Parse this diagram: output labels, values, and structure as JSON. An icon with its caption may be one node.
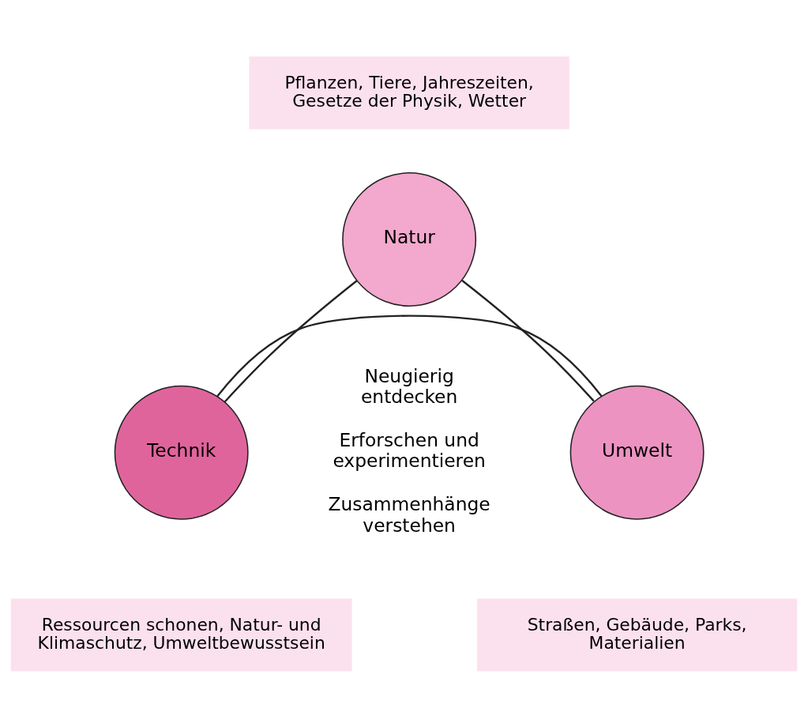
{
  "diagram": {
    "nodes": [
      {
        "text": [
          "Pflanzen, Tiere, Jahreszeiten, Gesetze der Physik, Wetter"
        ]
      },
      {
        "text": [
          "Natur"
        ]
      },
      {
        "text": [
          "Technik"
        ]
      },
      {
        "text": [
          "Umwelt"
        ]
      },
      {
        "text": [
          "Ressourcen schonen, Natur- und Klimaschutz, Umweltbewusstsein"
        ]
      },
      {
        "text": [
          "Straßen, Gebäude, Parks, Materialien"
        ]
      }
    ],
    "edges": [
      {
        "from": 1,
        "to": 2,
        "arrow": "none"
      },
      {
        "from": 1,
        "to": 3,
        "arrow": "none"
      },
      {
        "from": 2,
        "to": 3,
        "arrow": "none"
      }
    ],
    "labels": [
      "Neugierig entdecken",
      "Erforschen und experimentieren",
      "Zusammenhänge verstehen"
    ]
  }
}
